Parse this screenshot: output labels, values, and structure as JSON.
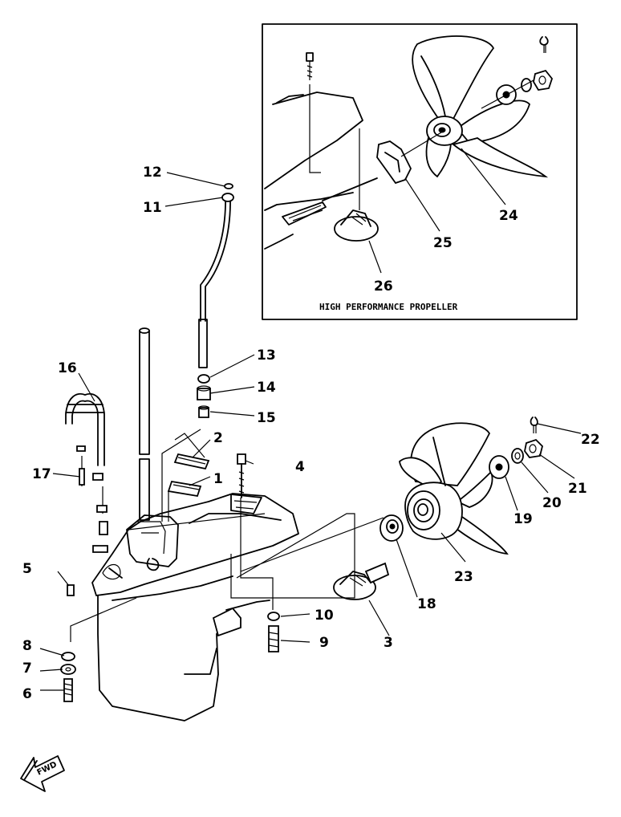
{
  "inset": {
    "caption": "HIGH PERFORMANCE PROPELLER"
  },
  "direction": {
    "label": "FWD"
  },
  "callouts": {
    "c1": "1",
    "c2": "2",
    "c3": "3",
    "c4": "4",
    "c5": "5",
    "c6": "6",
    "c7": "7",
    "c8": "8",
    "c9": "9",
    "c10": "10",
    "c11": "11",
    "c12": "12",
    "c13": "13",
    "c14": "14",
    "c15": "15",
    "c16": "16",
    "c17": "17",
    "c18": "18",
    "c19": "19",
    "c20": "20",
    "c21": "21",
    "c22": "22",
    "c23": "23",
    "c24": "24",
    "c25": "25",
    "c26": "26"
  }
}
